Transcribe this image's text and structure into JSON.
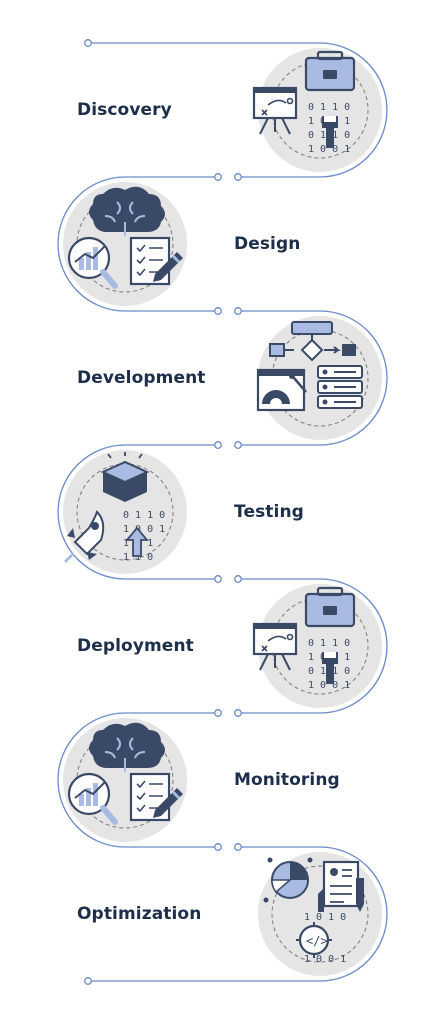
{
  "colors": {
    "line": "#6a8ac9",
    "label": "#1c2e4a",
    "disc": "#e5e5e5",
    "icon_dark": "#3a4a66",
    "icon_light": "#a9bbe2"
  },
  "steps": [
    {
      "label": "Discovery",
      "icon": "strategy-briefcase-tools-icon"
    },
    {
      "label": "Design",
      "icon": "brain-chart-checklist-icon"
    },
    {
      "label": "Development",
      "icon": "flowchart-server-drafting-icon"
    },
    {
      "label": "Testing",
      "icon": "box-rocket-binary-upload-icon"
    },
    {
      "label": "Deployment",
      "icon": "strategy-briefcase-tools-icon"
    },
    {
      "label": "Monitoring",
      "icon": "brain-chart-checklist-icon"
    },
    {
      "label": "Optimization",
      "icon": "pie-chart-report-code-icon"
    }
  ]
}
